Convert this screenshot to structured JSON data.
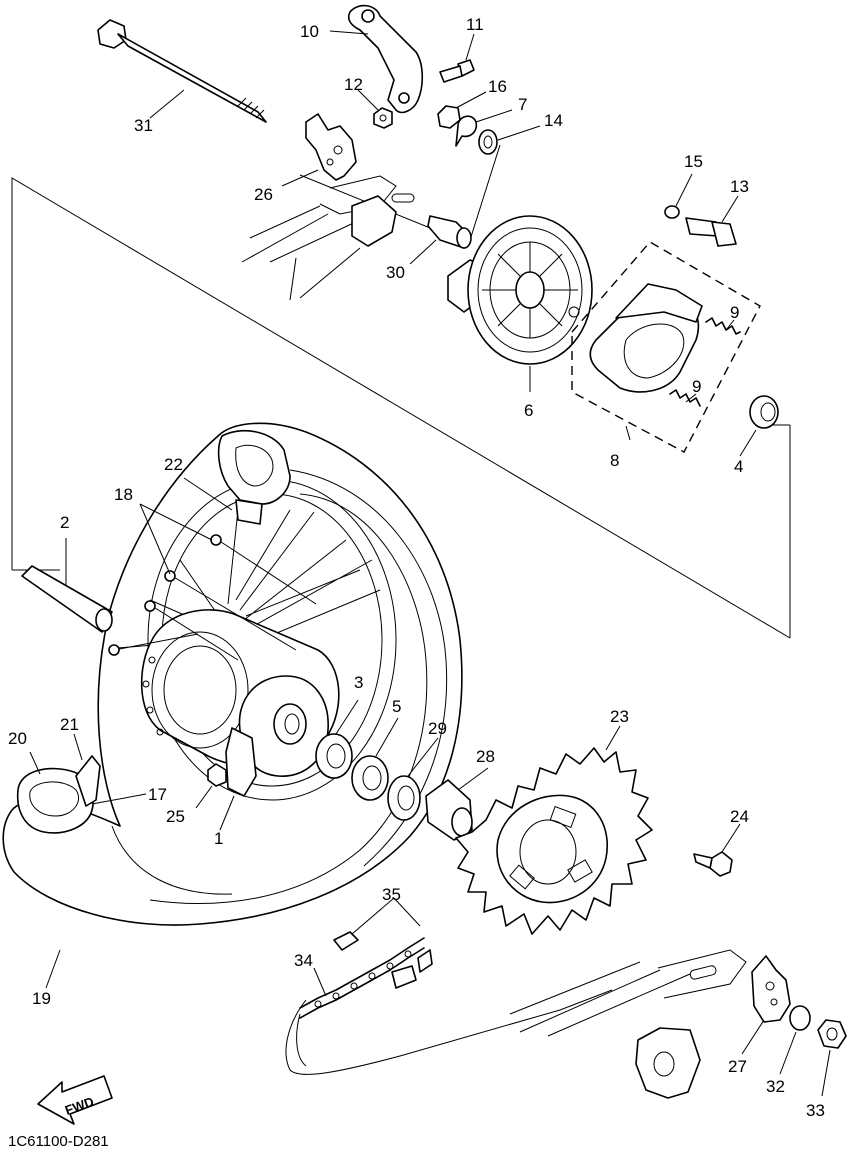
{
  "diagram_code": "1C61100-D281",
  "fwd_label": "FWD",
  "callouts": {
    "p1": "1",
    "p2": "2",
    "p3": "3",
    "p4": "4",
    "p5": "5",
    "p6": "6",
    "p7": "7",
    "p8": "8",
    "p9a": "9",
    "p9b": "9",
    "p10": "10",
    "p11": "11",
    "p12": "12",
    "p13": "13",
    "p14": "14",
    "p15": "15",
    "p16": "16",
    "p17": "17",
    "p18": "18",
    "p19": "19",
    "p20": "20",
    "p21": "21",
    "p22": "22",
    "p23": "23",
    "p24": "24",
    "p25": "25",
    "p26": "26",
    "p27": "27",
    "p28": "28",
    "p29": "29",
    "p30": "30",
    "p31": "31",
    "p32": "32",
    "p33": "33",
    "p34": "34",
    "p35": "35"
  }
}
